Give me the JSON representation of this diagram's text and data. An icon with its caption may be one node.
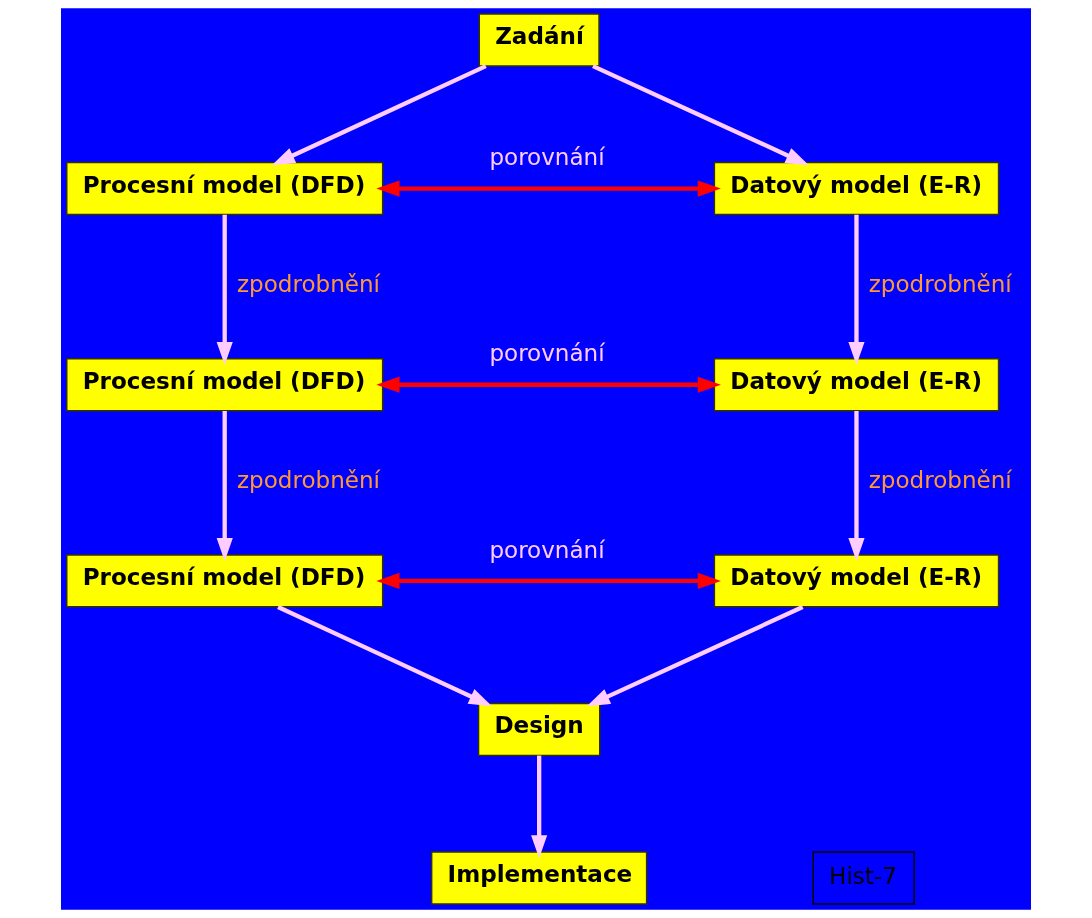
{
  "diagram": {
    "nodes": [
      {
        "text": [
          "Zadání"
        ]
      },
      {
        "text": [
          "Procesní model (DFD)"
        ]
      },
      {
        "text": [
          "Datový model (E-R)"
        ]
      },
      {
        "text": [
          "Procesní model (DFD)"
        ]
      },
      {
        "text": [
          "Datový model (E-R)"
        ]
      },
      {
        "text": [
          "Procesní model (DFD)"
        ]
      },
      {
        "text": [
          "Datový model (E-R)"
        ]
      },
      {
        "text": [
          "Design"
        ]
      },
      {
        "text": [
          "Implementace"
        ]
      },
      {
        "text": [
          "Hist-7"
        ]
      }
    ],
    "edges": [
      {
        "from": 0,
        "to": 1,
        "arrow": "to"
      },
      {
        "from": 0,
        "to": 2,
        "arrow": "to"
      },
      {
        "from": 1,
        "to": 2,
        "arrow": "both",
        "label": "porovnání",
        "color": "#ff0000"
      },
      {
        "from": 1,
        "to": 3,
        "arrow": "to",
        "label": "zpodrobnění"
      },
      {
        "from": 2,
        "to": 4,
        "arrow": "to",
        "label": "zpodrobnění"
      },
      {
        "from": 3,
        "to": 4,
        "arrow": "both",
        "label": "porovnání",
        "color": "#ff0000"
      },
      {
        "from": 3,
        "to": 5,
        "arrow": "to",
        "label": "zpodrobnění"
      },
      {
        "from": 4,
        "to": 6,
        "arrow": "to",
        "label": "zpodrobnění"
      },
      {
        "from": 5,
        "to": 6,
        "arrow": "both",
        "label": "porovnání",
        "color": "#ff0000"
      },
      {
        "from": 5,
        "to": 7,
        "arrow": "to"
      },
      {
        "from": 6,
        "to": 7,
        "arrow": "to"
      },
      {
        "from": 7,
        "to": 8,
        "arrow": "to"
      }
    ]
  }
}
